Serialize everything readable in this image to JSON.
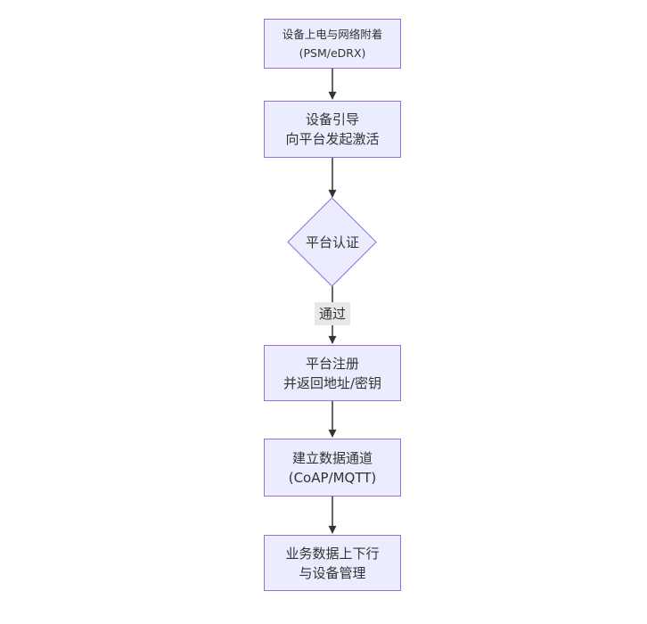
{
  "diagram": {
    "type": "flowchart",
    "direction": "top-down",
    "colors": {
      "node_fill": "#ECECFF",
      "node_border": "#9370DB",
      "arrow": "#333333",
      "edge_label_bg": "#e8e8e8",
      "text": "#333333",
      "background": "#ffffff"
    },
    "nodes": {
      "box1": {
        "shape": "rect",
        "lines": [
          "设备上电与网络附着",
          "(PSM/eDRX)"
        ]
      },
      "box2": {
        "shape": "rect",
        "lines": [
          "设备引导",
          "向平台发起激活"
        ]
      },
      "decision": {
        "shape": "diamond",
        "label": "平台认证"
      },
      "box3": {
        "shape": "rect",
        "lines": [
          "平台注册",
          "并返回地址/密钥"
        ]
      },
      "box4": {
        "shape": "rect",
        "lines": [
          "建立数据通道",
          "(CoAP/MQTT)"
        ]
      },
      "box5": {
        "shape": "rect",
        "lines": [
          "业务数据上下行",
          "与设备管理"
        ]
      }
    },
    "edges": [
      {
        "from": "box1",
        "to": "box2",
        "label": ""
      },
      {
        "from": "box2",
        "to": "decision",
        "label": ""
      },
      {
        "from": "decision",
        "to": "box3",
        "label": "通过"
      },
      {
        "from": "box3",
        "to": "box4",
        "label": ""
      },
      {
        "from": "box4",
        "to": "box5",
        "label": ""
      }
    ]
  }
}
